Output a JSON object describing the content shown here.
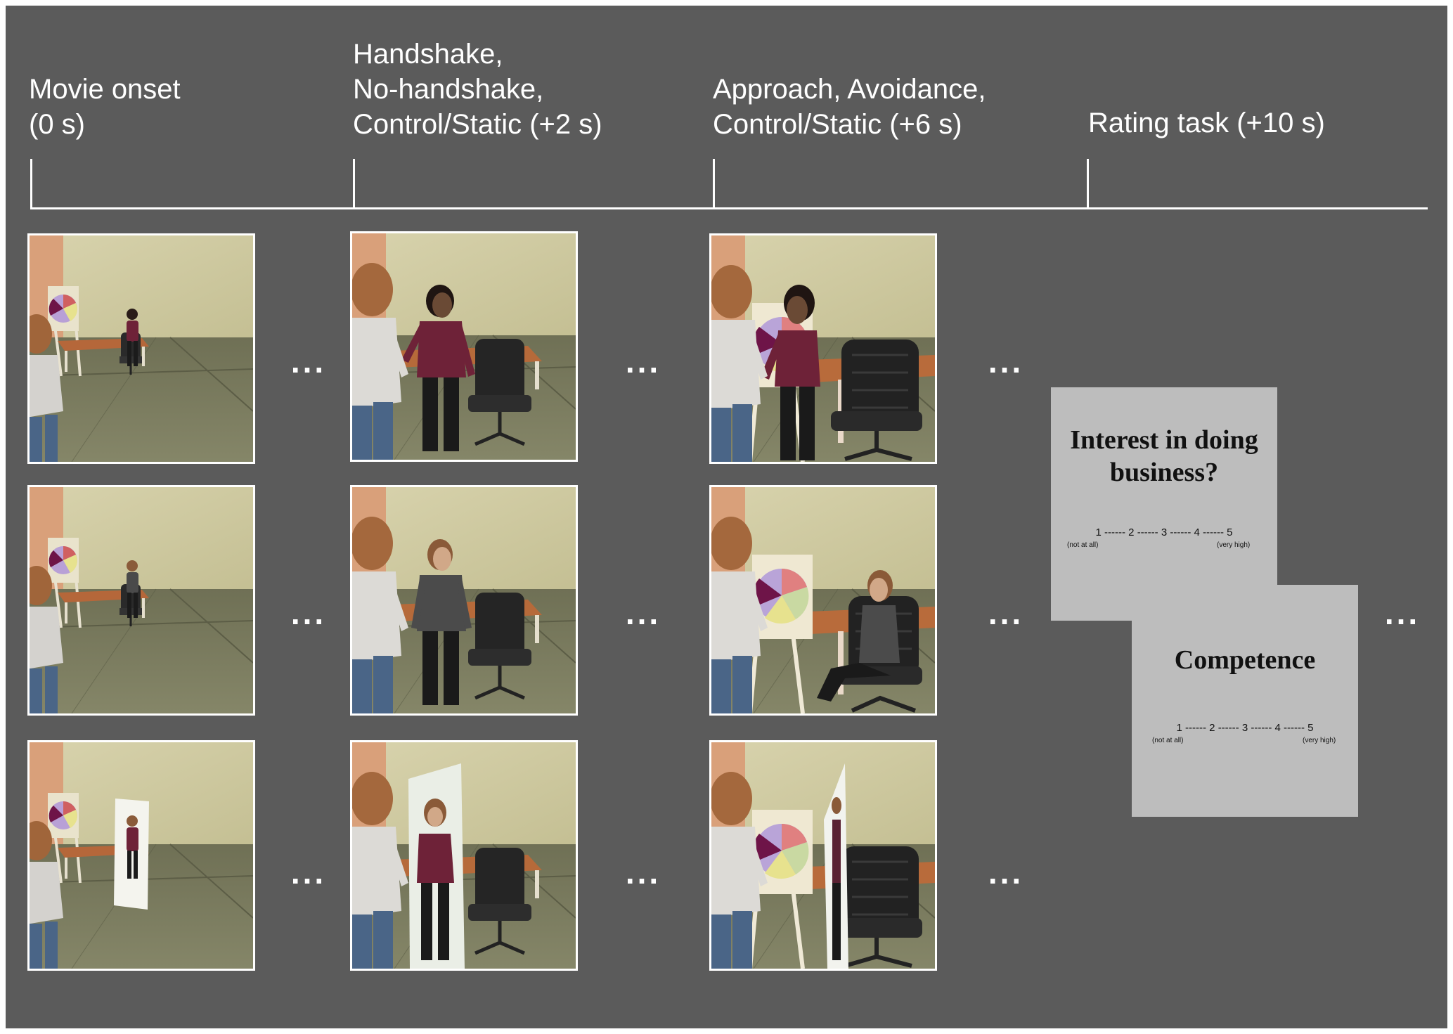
{
  "phases": [
    {
      "line1": "Movie onset",
      "line2": "(0 s)",
      "line3": ""
    },
    {
      "line1": "Handshake,",
      "line2": "No-handshake,",
      "line3": "Control/Static (+2 s)"
    },
    {
      "line1": "Approach, Avoidance,",
      "line2": "Control/Static (+6 s)",
      "line3": ""
    },
    {
      "line1": "Rating task (+10 s)",
      "line2": "",
      "line3": ""
    }
  ],
  "ellipsis": "...",
  "rating_cards": [
    {
      "title_line1": "Interest in doing",
      "title_line2": "business?",
      "scale": "1 ------ 2 ------ 3 ------ 4 ------ 5",
      "anchor_low": "(not at all)",
      "anchor_high": "(very high)"
    },
    {
      "title_line1": "Competence",
      "title_line2": "",
      "scale": "1 ------ 2 ------ 3 ------ 4 ------ 5",
      "anchor_low": "(not at all)",
      "anchor_high": "(very high)"
    }
  ],
  "colors": {
    "background": "#5b5b5b",
    "wall": "#d4cfa6",
    "floor": "#7a7b5e",
    "shirt_maroon": "#6e2238",
    "shirt_grey": "#4b4b4b",
    "card": "#bdbdbd"
  }
}
